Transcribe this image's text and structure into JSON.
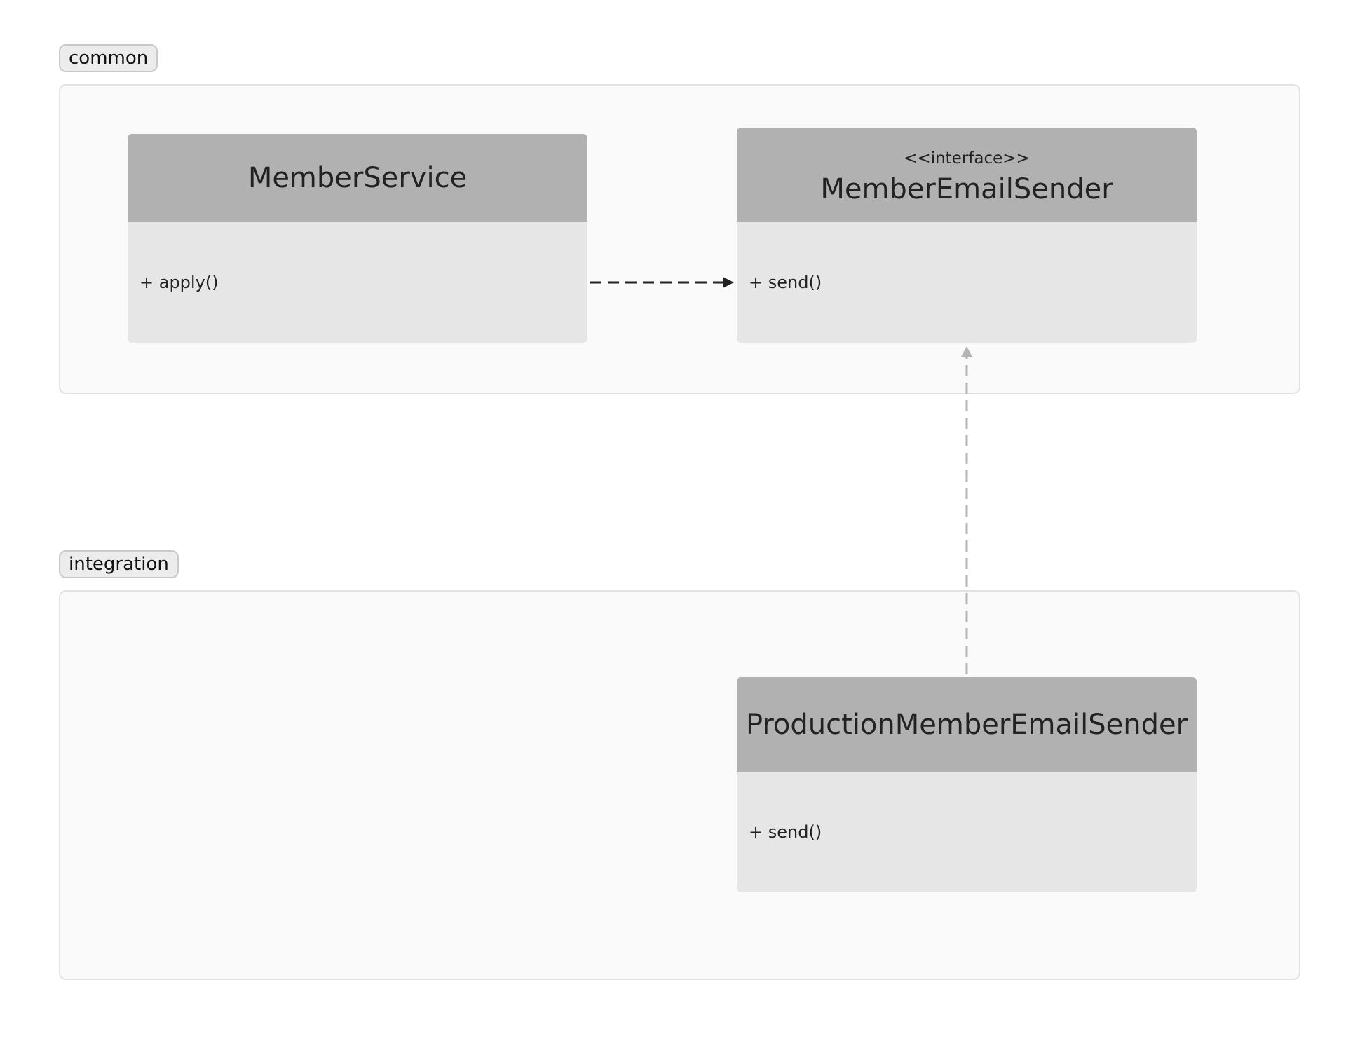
{
  "packages": [
    {
      "name": "common"
    },
    {
      "name": "integration"
    }
  ],
  "classes": {
    "member_service": {
      "name": "MemberService",
      "methods": [
        "+ apply()"
      ]
    },
    "member_email_sender": {
      "stereotype": "<<interface>>",
      "name": "MemberEmailSender",
      "methods": [
        "+ send()"
      ]
    },
    "production_member_email_sender": {
      "name": "ProductionMemberEmailSender",
      "methods": [
        "+ send()"
      ]
    }
  },
  "relations": [
    {
      "from": "MemberService",
      "to": "MemberEmailSender",
      "type": "dependency"
    },
    {
      "from": "ProductionMemberEmailSender",
      "to": "MemberEmailSender",
      "type": "realization"
    }
  ],
  "colors": {
    "group_background": "#fafafa",
    "group_border": "#e2e2e2",
    "tag_background": "#ececec",
    "class_header": "#b1b1b1",
    "class_body": "#e6e6e6",
    "dependency_line": "#222222",
    "realization_line": "#b4b4b4"
  }
}
